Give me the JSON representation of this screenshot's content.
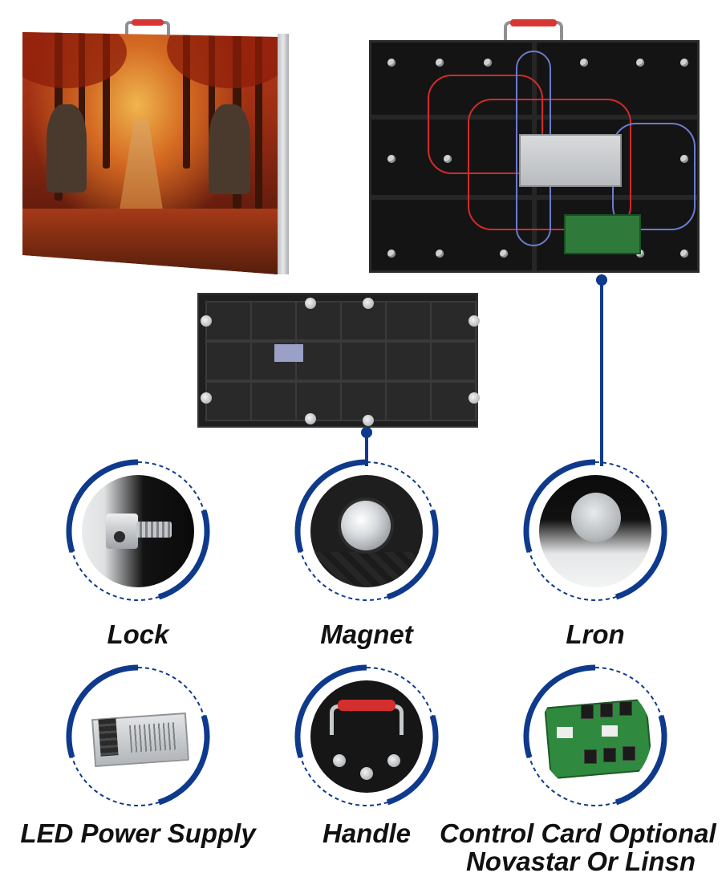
{
  "labels": {
    "lock": "Lock",
    "magnet": "Magnet",
    "iron": "Lron",
    "power_supply": "LED Power Supply",
    "handle": "Handle",
    "control_card_line1": "Control Card Optional",
    "control_card_line2": "Novastar Or Linsn"
  },
  "colors": {
    "accent": "#0f3a8c",
    "label_text": "#111111",
    "handle_red": "#d32f2f"
  },
  "icons": {
    "lock": "lock-icon",
    "magnet": "magnet-icon",
    "iron": "iron-plate-icon",
    "power_supply": "power-supply-icon",
    "handle": "handle-icon",
    "control_card": "control-card-icon"
  }
}
